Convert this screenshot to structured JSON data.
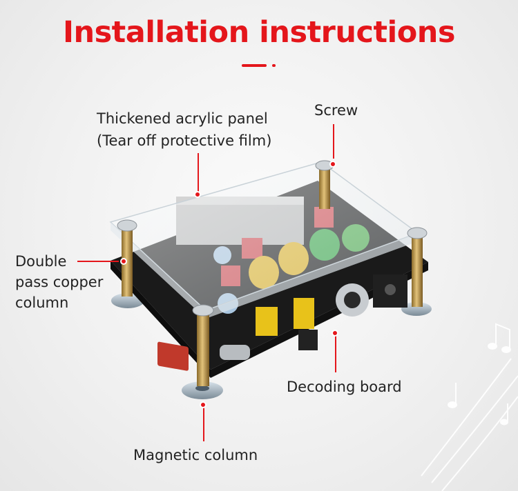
{
  "title": "Installation instructions",
  "accent_color": "#e4161b",
  "labels": {
    "panel_line1": "Thickened acrylic panel",
    "panel_line2": "(Tear off protective film)",
    "screw": "Screw",
    "copper_line1": "Double",
    "copper_line2": "pass copper",
    "copper_line3": "column",
    "decoding_board": "Decoding board",
    "magnetic_column": "Magnetic column"
  },
  "icons": [
    "music-notes-icon"
  ]
}
